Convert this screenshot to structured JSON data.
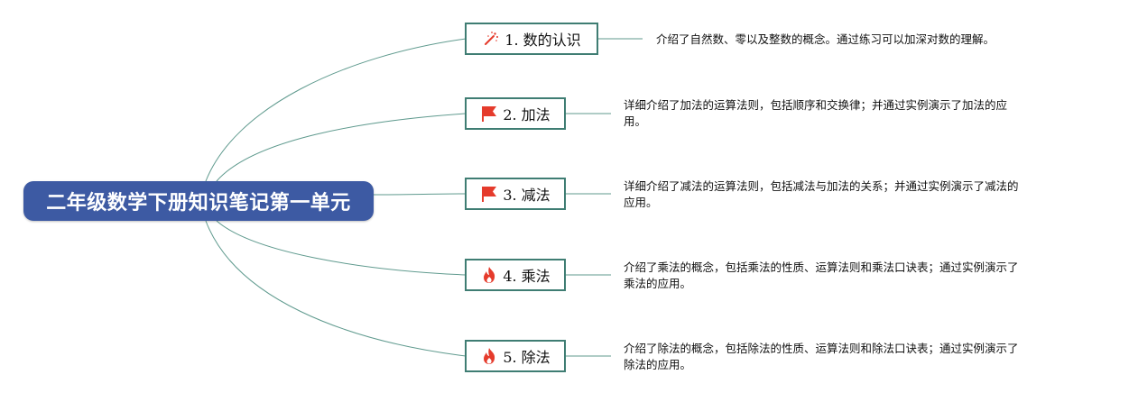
{
  "root": {
    "title": "二年级数学下册知识笔记第一单元"
  },
  "topics": [
    {
      "label": "1. 数的认识",
      "icon": "magic-wand-icon",
      "description_lines": [
        "介绍了自然数、零以及整数的概念。通过练习可以加深对数的理解。"
      ]
    },
    {
      "label": "2. 加法",
      "icon": "flag-icon",
      "description_lines": [
        "详细介绍了加法的运算法则，包括顺序和交换律；并通过实例演示了加法的应",
        "用。"
      ]
    },
    {
      "label": "3. 减法",
      "icon": "flag-icon",
      "description_lines": [
        "详细介绍了减法的运算法则，包括减法与加法的关系；并通过实例演示了减法的",
        "应用。"
      ]
    },
    {
      "label": "4. 乘法",
      "icon": "fire-icon",
      "description_lines": [
        "介绍了乘法的概念，包括乘法的性质、运算法则和乘法口诀表；通过实例演示了",
        "乘法的应用。"
      ]
    },
    {
      "label": "5. 除法",
      "icon": "fire-icon",
      "description_lines": [
        "介绍了除法的概念，包括除法的性质、运算法则和除法口诀表；通过实例演示了",
        "除法的应用。"
      ]
    }
  ],
  "colors": {
    "root_fill": "#3d5aa3",
    "root_text": "#ffffff",
    "topic_border": "#3f7d73",
    "connector": "#5f9a8e",
    "icon_red": "#e53b2c"
  }
}
